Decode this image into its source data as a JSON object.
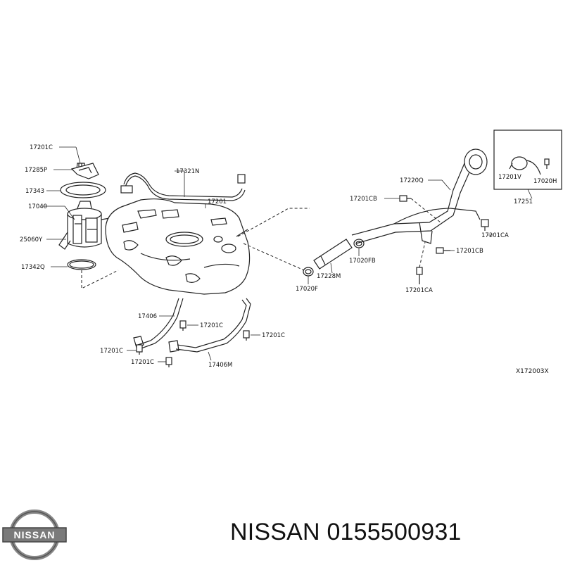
{
  "diagram": {
    "labels": [
      "17201C",
      "17285P",
      "17343",
      "17040",
      "25060Y",
      "17342Q",
      "17321N",
      "17201",
      "17406",
      "17201C",
      "17201C",
      "17201C",
      "17201C",
      "17406M",
      "17201CB",
      "17220Q",
      "17201CA",
      "17201CB",
      "17201CA",
      "17020FB",
      "17228M",
      "17020F",
      "17201V",
      "17020H",
      "17251"
    ],
    "ref_code": "X172003X"
  },
  "caption": {
    "brand": "NISSAN",
    "part_number": "0155500931"
  },
  "logo": {
    "text": "NISSAN"
  },
  "colors": {
    "line": "#222222",
    "text": "#111111",
    "background": "#ffffff"
  }
}
